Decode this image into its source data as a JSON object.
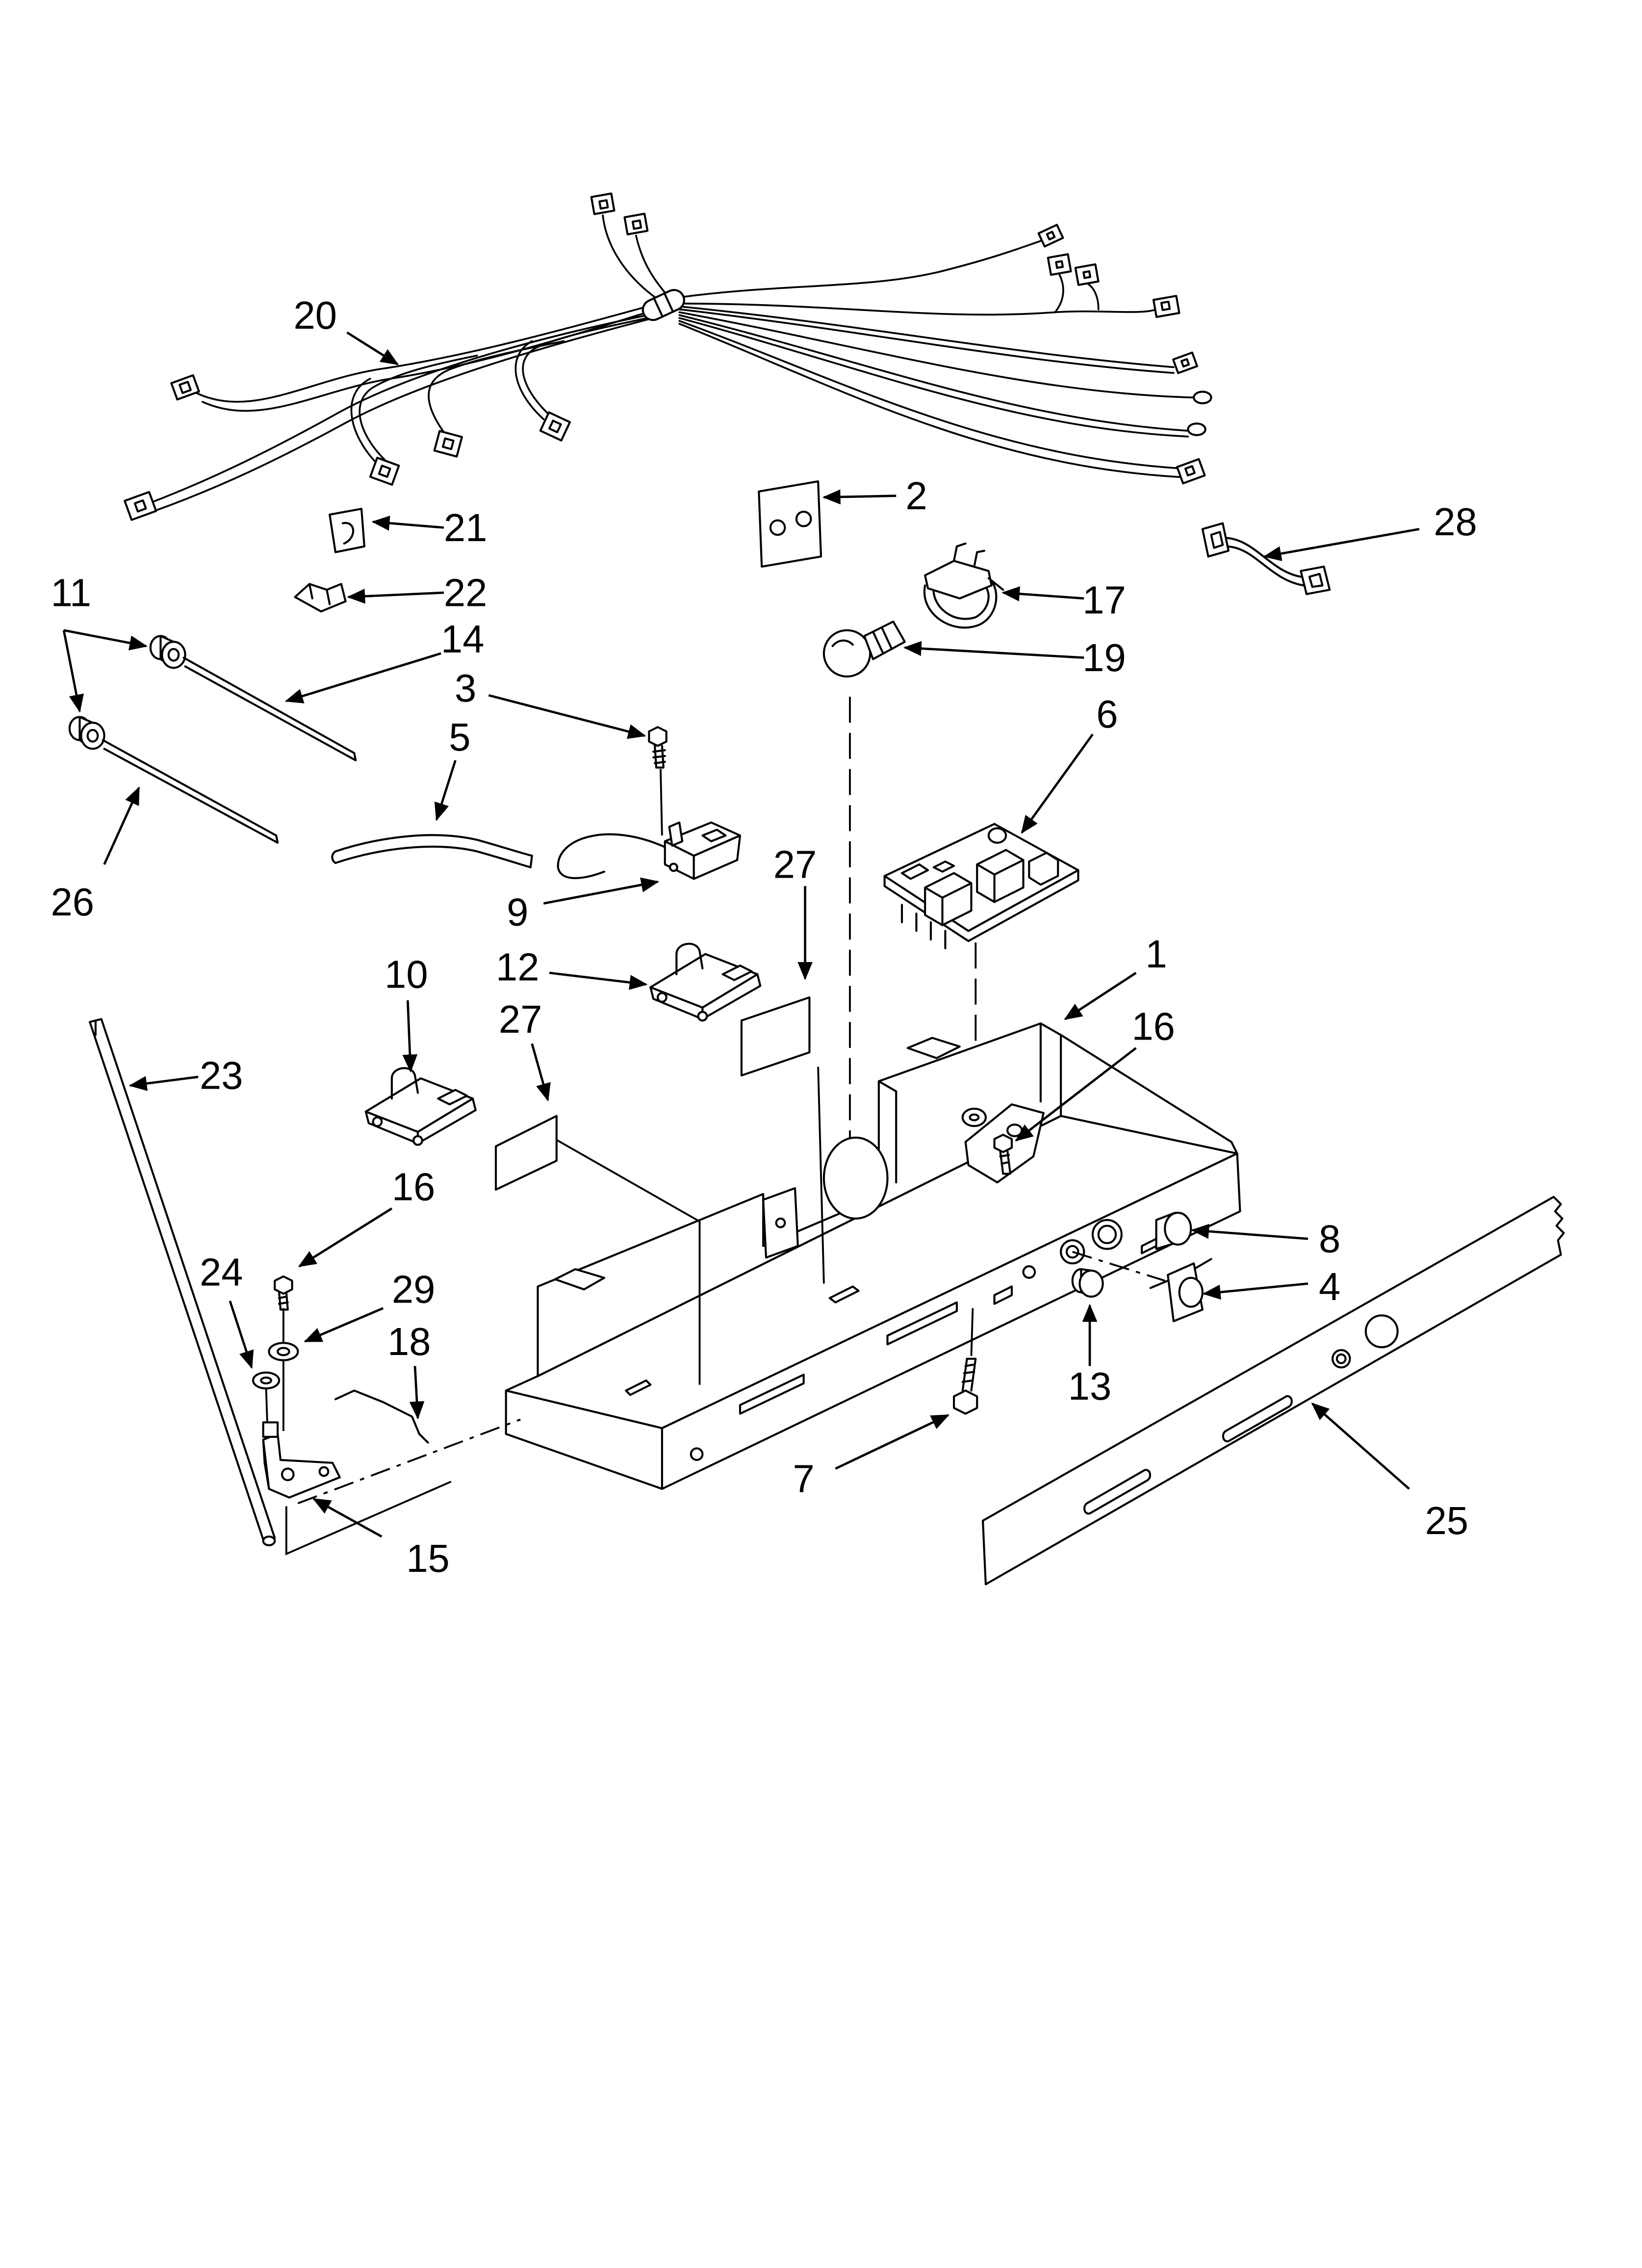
{
  "colors": {
    "ink": "#000000",
    "paper": "#ffffff"
  },
  "diagram": {
    "callouts": [
      "20",
      "21",
      "22",
      "2",
      "28",
      "17",
      "19",
      "11",
      "14",
      "3",
      "5",
      "26",
      "9",
      "6",
      "27",
      "1",
      "12",
      "10",
      "27",
      "16",
      "23",
      "16",
      "24",
      "29",
      "18",
      "8",
      "4",
      "13",
      "7",
      "25",
      "15"
    ]
  }
}
